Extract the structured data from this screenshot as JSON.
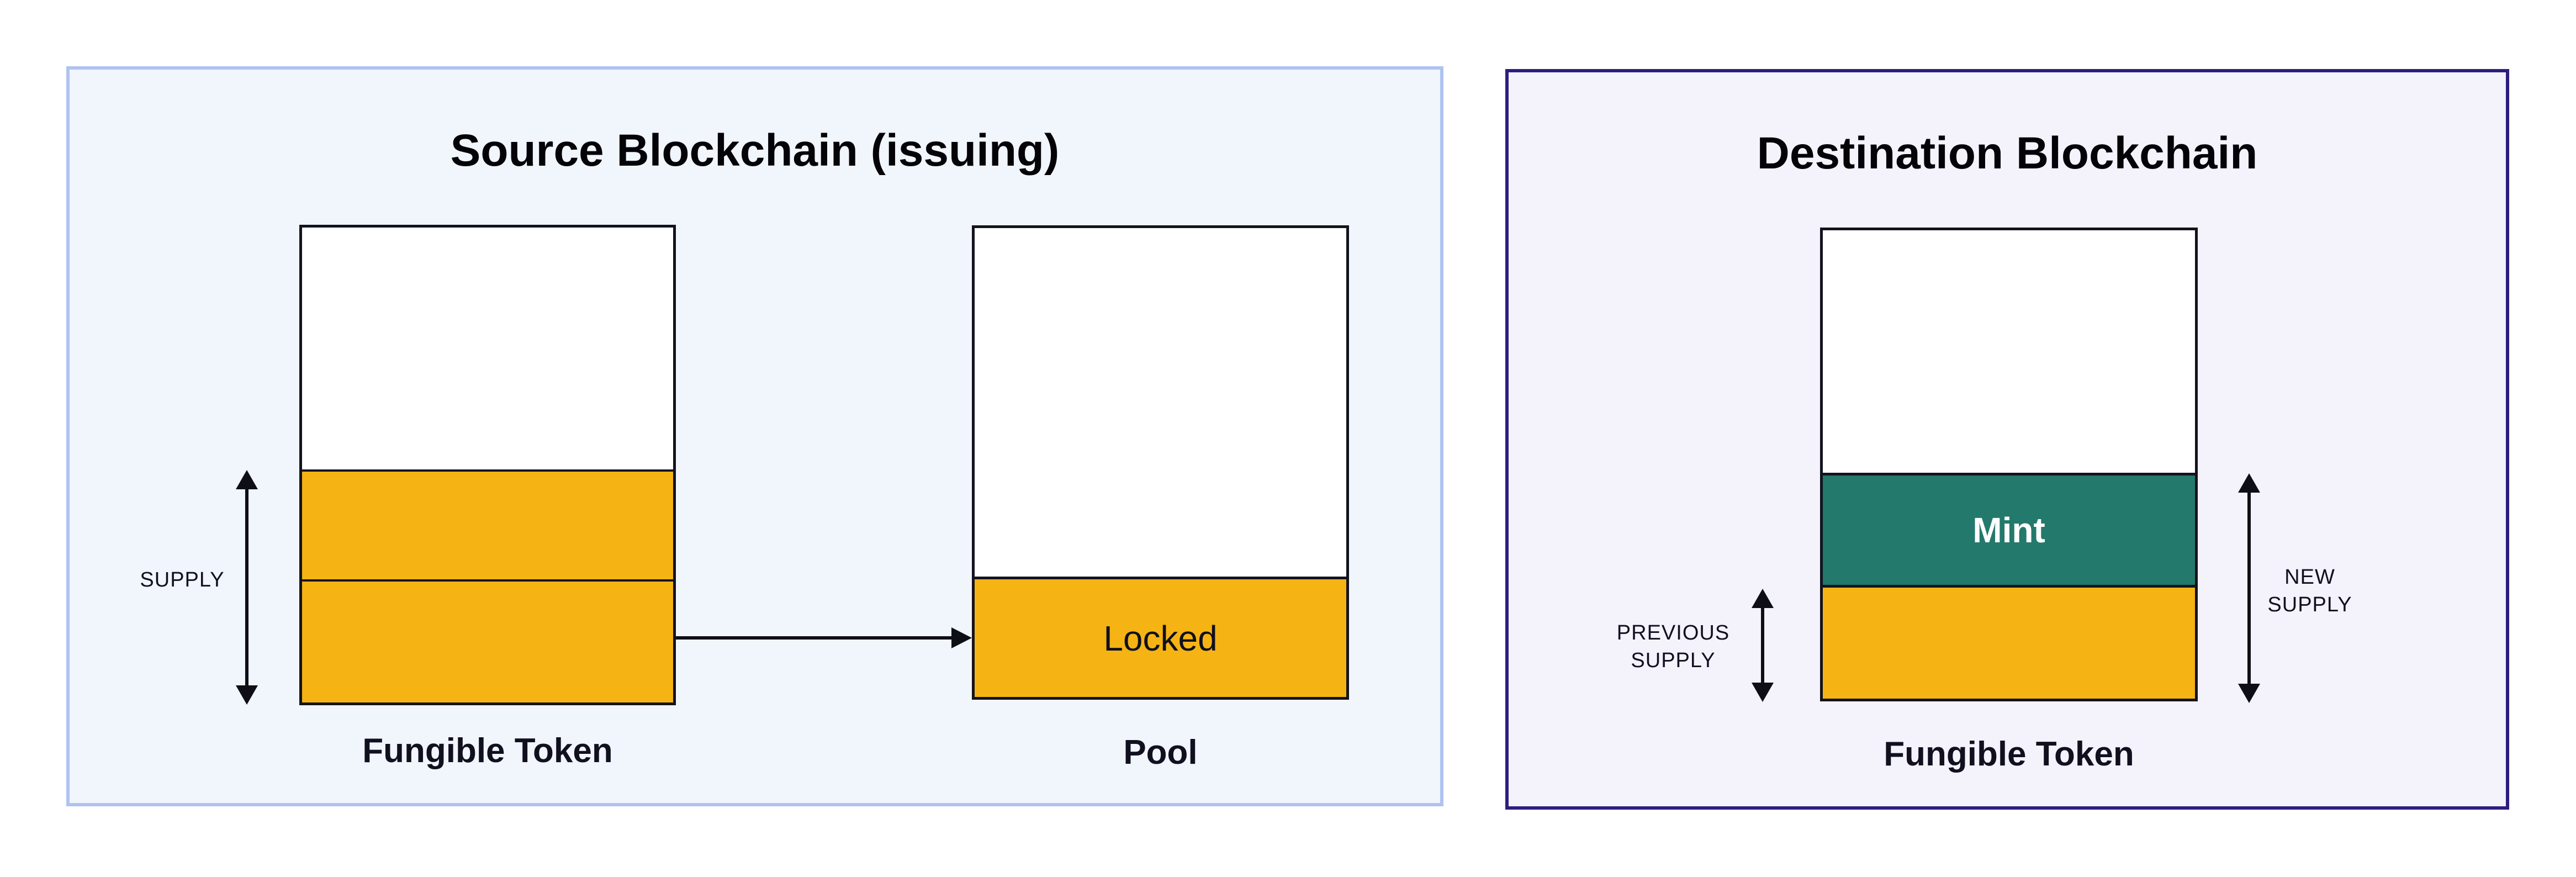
{
  "colors": {
    "accent_yellow": "#F5B413",
    "accent_teal": "#23796C",
    "source_bg": "#F1F5FC",
    "source_border": "#AFC3F0",
    "destination_bg": "#F4F2FB",
    "destination_border": "#2E1D80",
    "box_outline": "#13131F",
    "ink": "#0E0E16"
  },
  "source_panel": {
    "title": "Source Blockchain (issuing)",
    "supply_label": "SUPPLY",
    "token_box_label": "Fungible Token",
    "locked_label": "Locked",
    "pool_box_label": "Pool"
  },
  "destination_panel": {
    "title": "Destination Blockchain",
    "previous_supply_label": "PREVIOUS\nSUPPLY",
    "new_supply_label": "NEW\nSUPPLY",
    "mint_label": "Mint",
    "token_box_label": "Fungible Token"
  }
}
